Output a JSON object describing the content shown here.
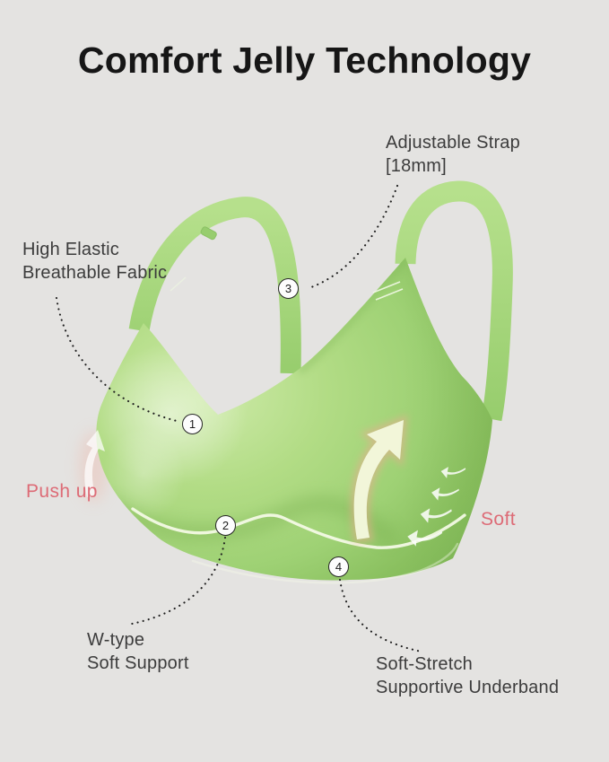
{
  "title": "Comfort Jelly Technology",
  "colors": {
    "background": "#e4e3e1",
    "bra_green": "#a8d87c",
    "bra_green_light": "#cdeaa8",
    "bra_green_dark": "#85bd5c",
    "accent_pink": "#dd6b76",
    "text_dark": "#3c3c3c",
    "title_dark": "#161616",
    "arrow_cream": "#f3f8dc",
    "glow_pink": "#f0a892",
    "marker_border": "#262626"
  },
  "callouts": {
    "high_elastic": {
      "num": "1",
      "line1": "High Elastic",
      "line2": "Breathable Fabric"
    },
    "w_type": {
      "num": "2",
      "line1": "W-type",
      "line2": "Soft Support"
    },
    "adjustable_strap": {
      "num": "3",
      "line1": "Adjustable Strap",
      "line2": "[18mm]"
    },
    "underband": {
      "num": "4",
      "line1": "Soft-Stretch",
      "line2": "Supportive Underband"
    }
  },
  "highlights": {
    "push_up": "Push up",
    "soft": "Soft"
  }
}
